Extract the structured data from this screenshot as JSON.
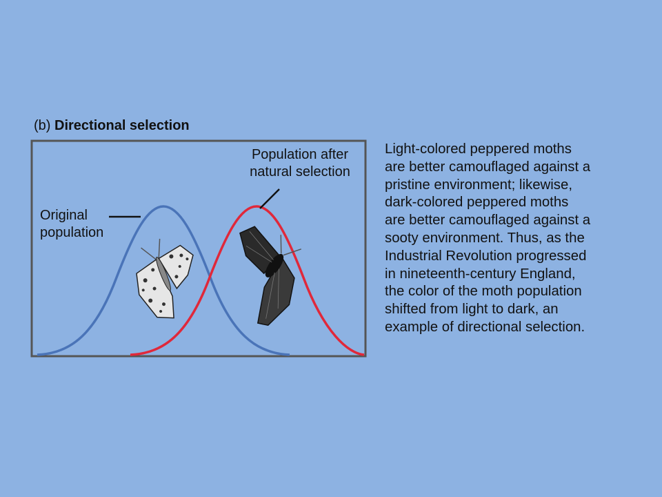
{
  "figure": {
    "prefix": "(b)",
    "title": "Directional selection",
    "label_original_line1": "Original",
    "label_original_line2": "population",
    "label_after_line1": "Population after",
    "label_after_line2": "natural selection",
    "colors": {
      "background": "#8db2e2",
      "frame": "#555555",
      "original_curve": "#4a74b8",
      "after_curve": "#e0283a",
      "light_moth": "#e6e6e6",
      "dark_moth": "#3a3a3a"
    }
  },
  "caption": {
    "lines": [
      "Light-colored peppered moths",
      "are better camouflaged against a",
      "pristine environment; likewise,",
      "dark-colored peppered moths",
      "are better camouflaged against a",
      "sooty environment. Thus, as the",
      "Industrial Revolution progressed",
      "in nineteenth-century England,",
      "the color of the moth population",
      "shifted from light to dark, an",
      "example of directional selection."
    ]
  }
}
